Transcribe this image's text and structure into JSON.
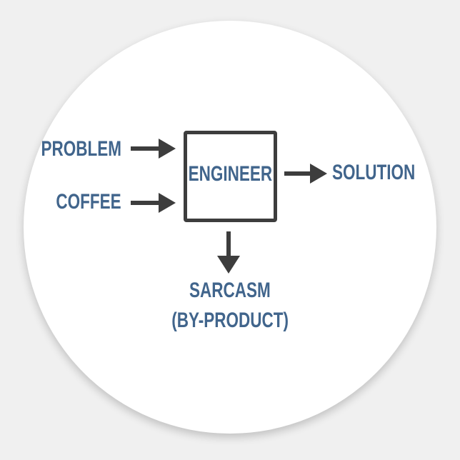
{
  "page": {
    "background_color": "#f0f0f0"
  },
  "sticker": {
    "shape": "circle",
    "fill": "#ffffff"
  },
  "diagram": {
    "inputs": [
      {
        "label": "PROBLEM"
      },
      {
        "label": "COFFEE"
      }
    ],
    "process": {
      "label": "ENGINEER"
    },
    "output": {
      "label": "SOLUTION"
    },
    "byproduct": {
      "label": "SARCASM",
      "qualifier": "(BY-PRODUCT)"
    },
    "colors": {
      "label_text": "#41658c",
      "arrows_and_box": "#3d3d3d"
    }
  }
}
